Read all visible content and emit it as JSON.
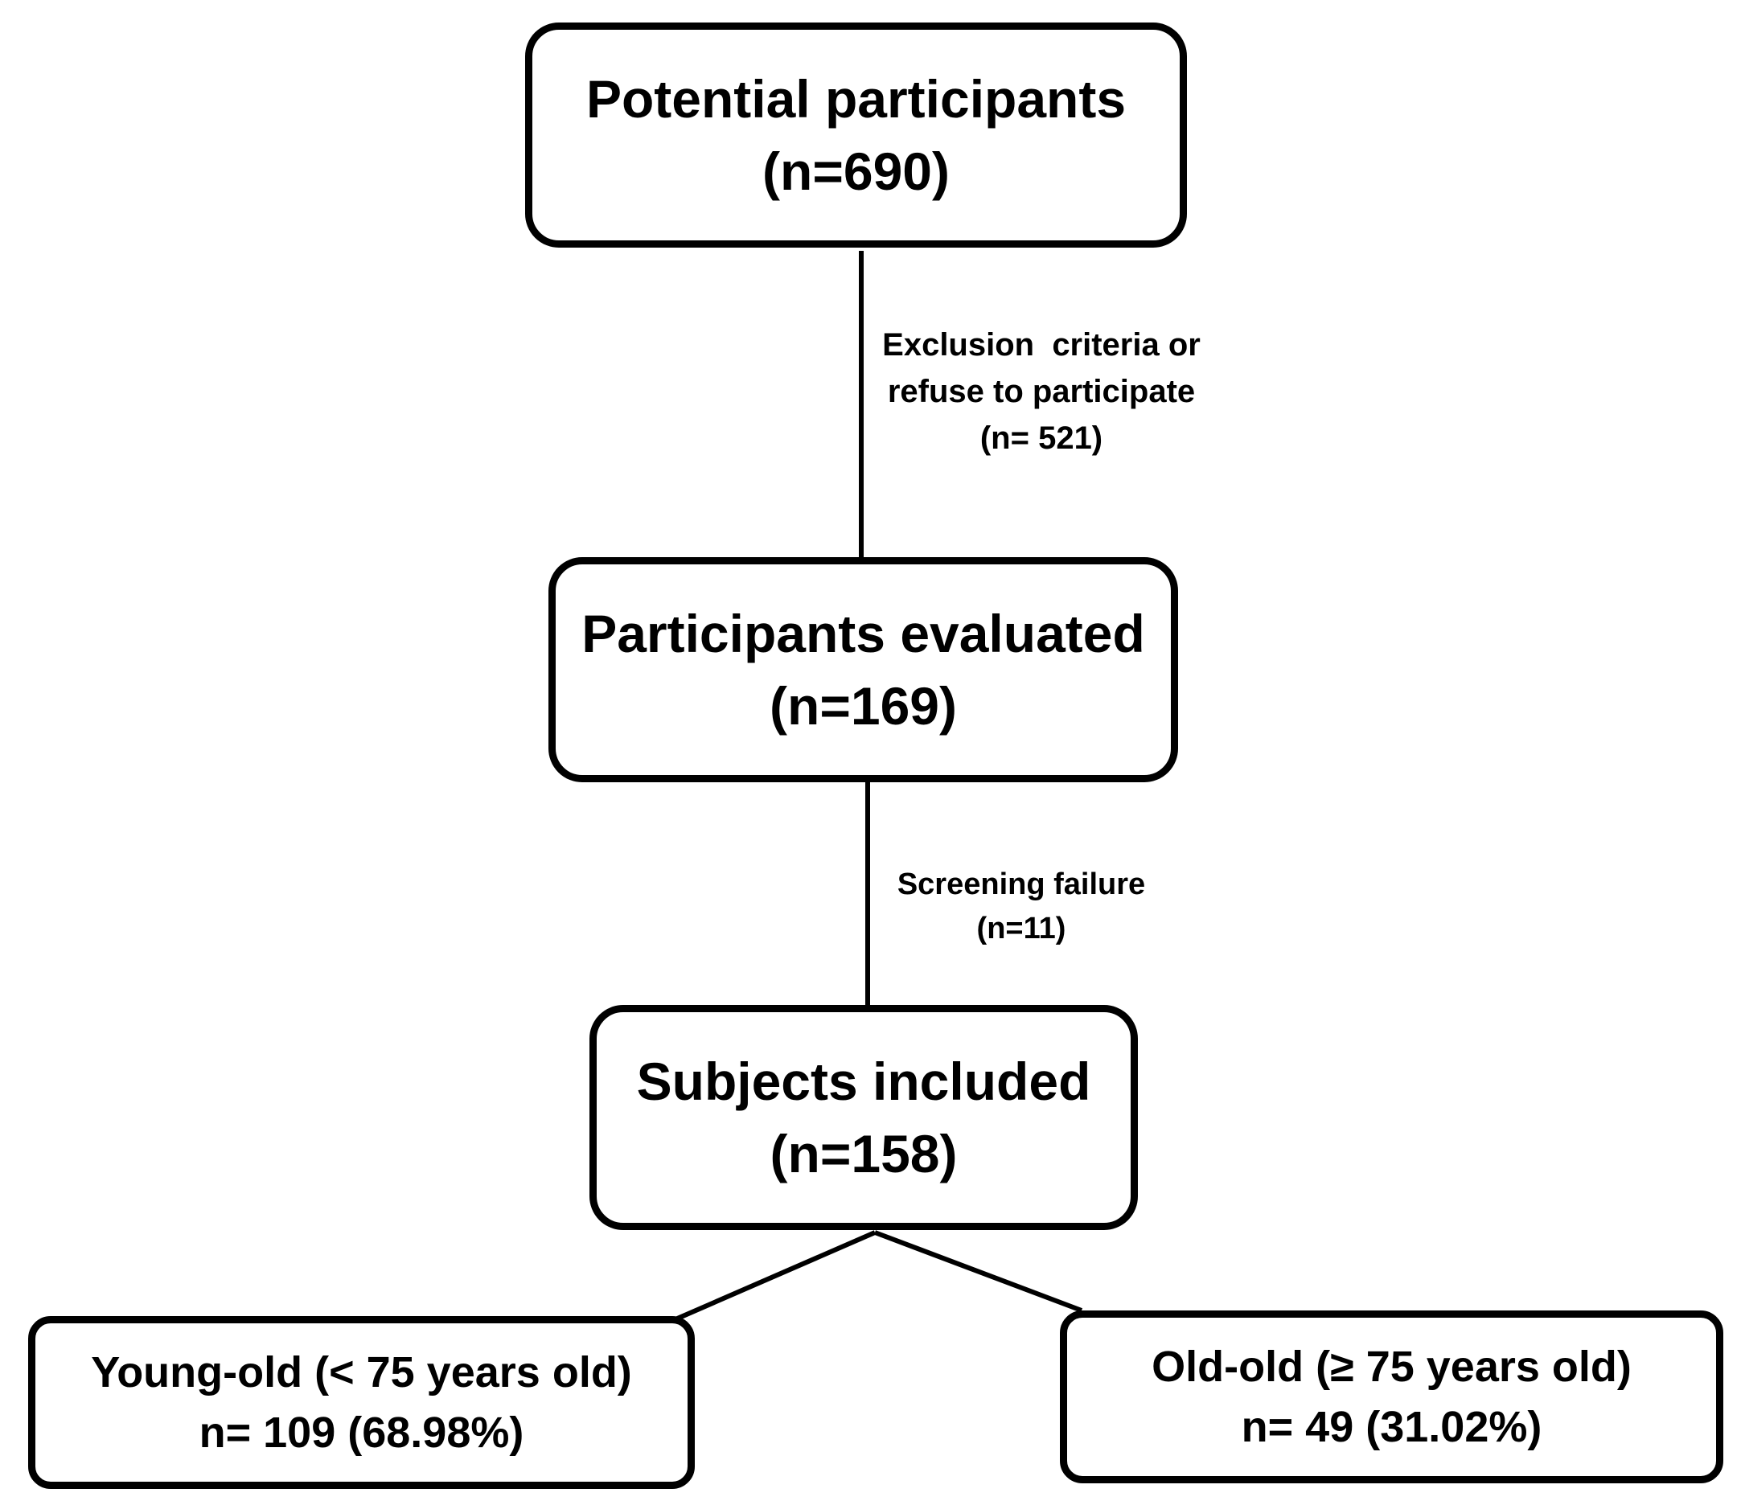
{
  "flowchart": {
    "potential": {
      "title": "Potential participants",
      "count": "(n=690)"
    },
    "exclusion": {
      "line1": "Exclusion  criteria or",
      "line2": "refuse to participate",
      "line3": "(n= 521)"
    },
    "evaluated": {
      "title": "Participants evaluated",
      "count": "(n=169)"
    },
    "screening": {
      "line1": "Screening failure",
      "line2": "(n=11)"
    },
    "included": {
      "title": "Subjects included",
      "count": "(n=158)"
    },
    "young_old": {
      "title": "Young-old (< 75 years old)",
      "count": "n= 109 (68.98%)"
    },
    "old_old": {
      "title": "Old-old (≥ 75 years old)",
      "count": "n= 49 (31.02%)"
    }
  }
}
